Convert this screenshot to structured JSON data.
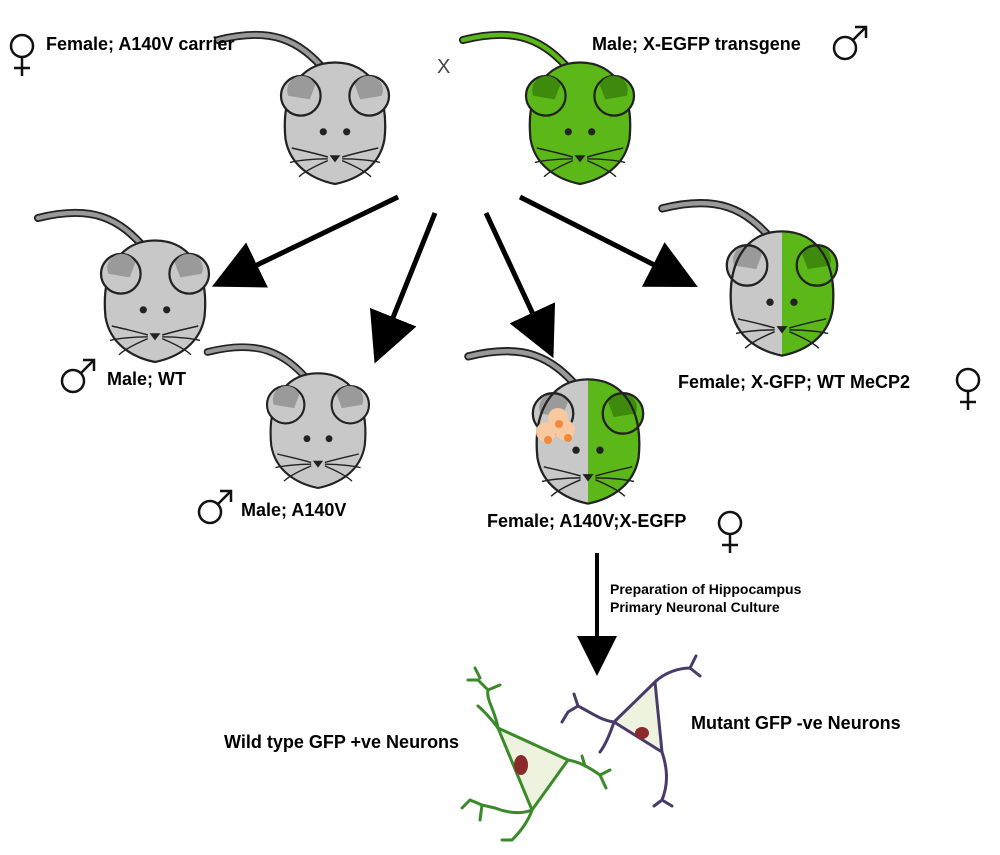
{
  "colors": {
    "mouse_grey": "#c8c8c8",
    "mouse_grey_ear": "#9a9a9a",
    "mouse_green": "#5cb818",
    "mouse_green_ear": "#3e8a0c",
    "outline": "#222222",
    "wt_neuron": "#3a8a2a",
    "mutant_neuron": "#4a3a6a",
    "nucleus": "#8b2a2a",
    "cell_body": "#eef3e0",
    "orange_cells": "#f08a3a"
  },
  "labels": {
    "female_parent": "Female; A140V carrier",
    "male_parent": "Male; X-EGFP transgene",
    "cross_symbol": "X",
    "male_wt": "Male; WT",
    "male_a140v": "Male; A140V",
    "female_a140v_egfp": "Female; A140V;X-EGFP",
    "female_gfp_wt": "Female; X-GFP; WT MeCP2",
    "step_line1": "Preparation of Hippocampus",
    "step_line2": "Primary Neuronal Culture",
    "wt_neurons": "Wild type GFP +ve Neurons",
    "mutant_neurons": "Mutant GFP -ve Neurons"
  }
}
